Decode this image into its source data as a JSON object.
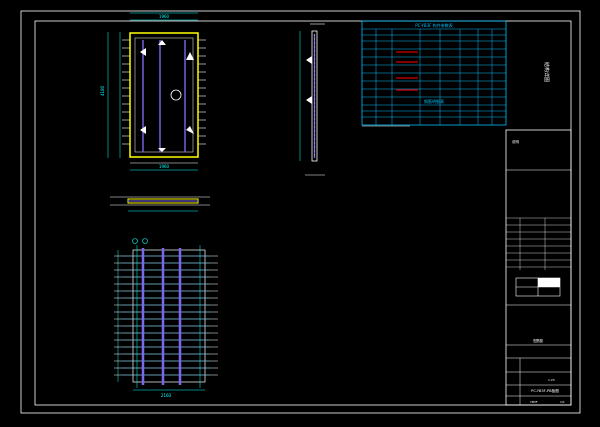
{
  "drawing": {
    "title_block_name": "PC-YB3F-PB板图",
    "title_block_sub": "配筋图",
    "drawing_no": "YB3F",
    "sheet_no": "1/1",
    "scale": "1:25",
    "notes_label": "说明",
    "vertical_label": "结构详图",
    "table_title": "PC-YB3F 构件参数表",
    "table2_title": "钢筋明细表",
    "dims": {
      "top_width": "1960",
      "bottom_width": "1960",
      "height_left": "4180",
      "mesh_bottom": "2160"
    },
    "colors": {
      "frame": "#ffffff",
      "panel": "#ffff00",
      "rebar": "#7b68ee",
      "dim": "#00ffff",
      "table": "#00bfff",
      "mark": "#ff0000"
    }
  }
}
